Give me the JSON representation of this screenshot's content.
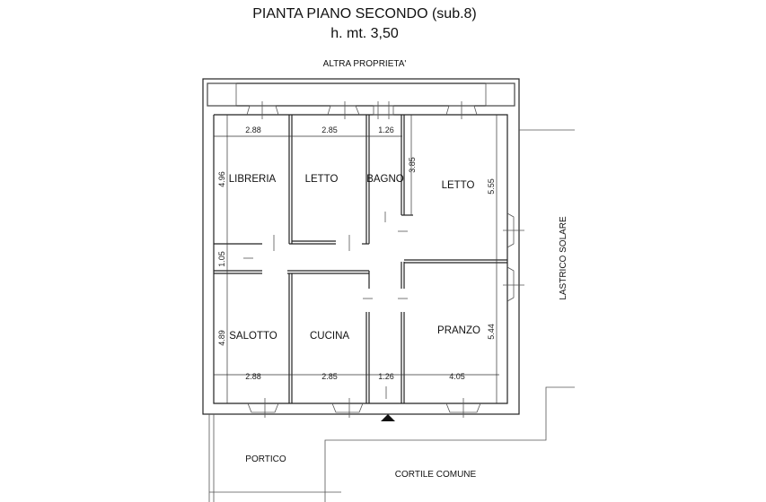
{
  "title": "PIANTA PIANO SECONDO (sub.8)",
  "height_note": "h. mt. 3,50",
  "neighbors": {
    "top": "ALTRA PROPRIETA'",
    "right": "LASTRICO SOLARE",
    "bottom_left": "PORTICO",
    "bottom": "CORTILE COMUNE"
  },
  "rooms": {
    "libreria": "LIBRERIA",
    "letto1": "LETTO",
    "bagno": "BAGNO",
    "letto2": "LETTO",
    "salotto": "SALOTTO",
    "cucina": "CUCINA",
    "pranzo": "PRANZO"
  },
  "dimensions": {
    "top_w1": "2.88",
    "top_w2": "2.85",
    "top_w3": "1.26",
    "bot_w1": "2.88",
    "bot_w2": "2.85",
    "bot_w3": "1.26",
    "bot_w4": "4.05",
    "h_libreria": "4.96",
    "h_corridor": "1.05",
    "h_salotto": "4.89",
    "h_bagno": "3.85",
    "h_letto": "5.55",
    "h_pranzo": "5.44"
  }
}
